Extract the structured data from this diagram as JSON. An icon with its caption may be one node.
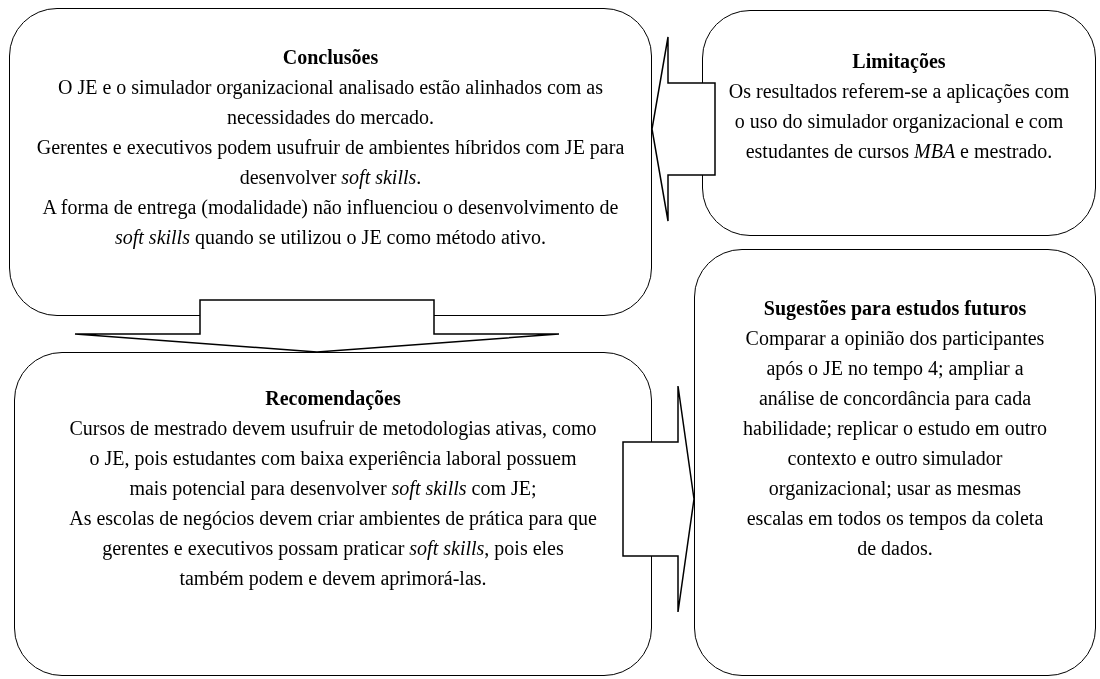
{
  "diagram": {
    "nodes": [
      {
        "text": [
          "Conclusões",
          "O JE e o simulador organizacional analisado estão alinhados com as necessidades do mercado.",
          "Gerentes e executivos podem usufruir de ambientes híbridos com JE para desenvolver *soft skills*.",
          "A forma de entrega (modalidade) não influenciou o desenvolvimento de *soft skills* quando se utilizou o JE como método ativo."
        ]
      },
      {
        "text": [
          "Limitações",
          "Os resultados referem-se a aplicações com o uso do simulador organizacional e com estudantes de cursos *MBA* e mestrado."
        ]
      },
      {
        "text": [
          "Sugestões para estudos futuros",
          "Comparar a opinião dos participantes após o JE no tempo 4; ampliar a análise de concordância para cada habilidade; replicar o estudo em outro contexto e outro simulador organizacional; usar as mesmas escalas em todos os tempos da coleta de dados."
        ]
      },
      {
        "text": [
          "Recomendações",
          "Cursos de mestrado devem usufruir de metodologias ativas, como o JE, pois estudantes com baixa experiência laboral possuem mais potencial para desenvolver *soft skills* com JE;",
          "As escolas de negócios devem criar ambientes de prática para que gerentes e executivos possam praticar *soft skills*, pois eles também podem e devem aprimorá-las."
        ]
      }
    ],
    "edges": [
      {
        "from": 1,
        "to": 0,
        "arrow": "to"
      },
      {
        "from": 0,
        "to": 3,
        "arrow": "to"
      },
      {
        "from": 3,
        "to": 2,
        "arrow": "to"
      }
    ]
  }
}
